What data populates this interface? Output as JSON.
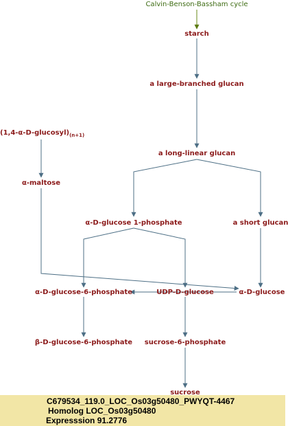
{
  "diagram": {
    "source_label": "Calvin-Benson-Bassham cycle",
    "nodes": {
      "starch": "starch",
      "large_glucan": "a large-branched glucan",
      "long_glucan": "a long-linear glucan",
      "glucosyl": "(1,4-α-D-glucosyl)",
      "glucosyl_sub": "(n+1)",
      "maltose": "α-maltose",
      "glucose_1p": "α-D-glucose 1-phosphate",
      "short_glucan": "a short glucan",
      "glucose_6p": "α-D-glucose-6-phosphate",
      "udp_glucose": "UDP-D-glucose",
      "d_glucose": "α-D-glucose",
      "beta_glucose_6p": "β-D-glucose-6-phosphate",
      "sucrose_6p": "sucrose-6-phosphate",
      "sucrose": "sucrose"
    },
    "colors": {
      "node_text": "#8b1a1a",
      "edge": "#4d6f85",
      "source_edge": "#6a8a1a",
      "info_bg": "#f2e6a6"
    }
  },
  "info": {
    "line1": "C679534_119.0_LOC_Os03g50480_PWYQT-4467",
    "line2": "Homolog LOC_Os03g50480",
    "line3": "Expresssion 91.2776"
  }
}
